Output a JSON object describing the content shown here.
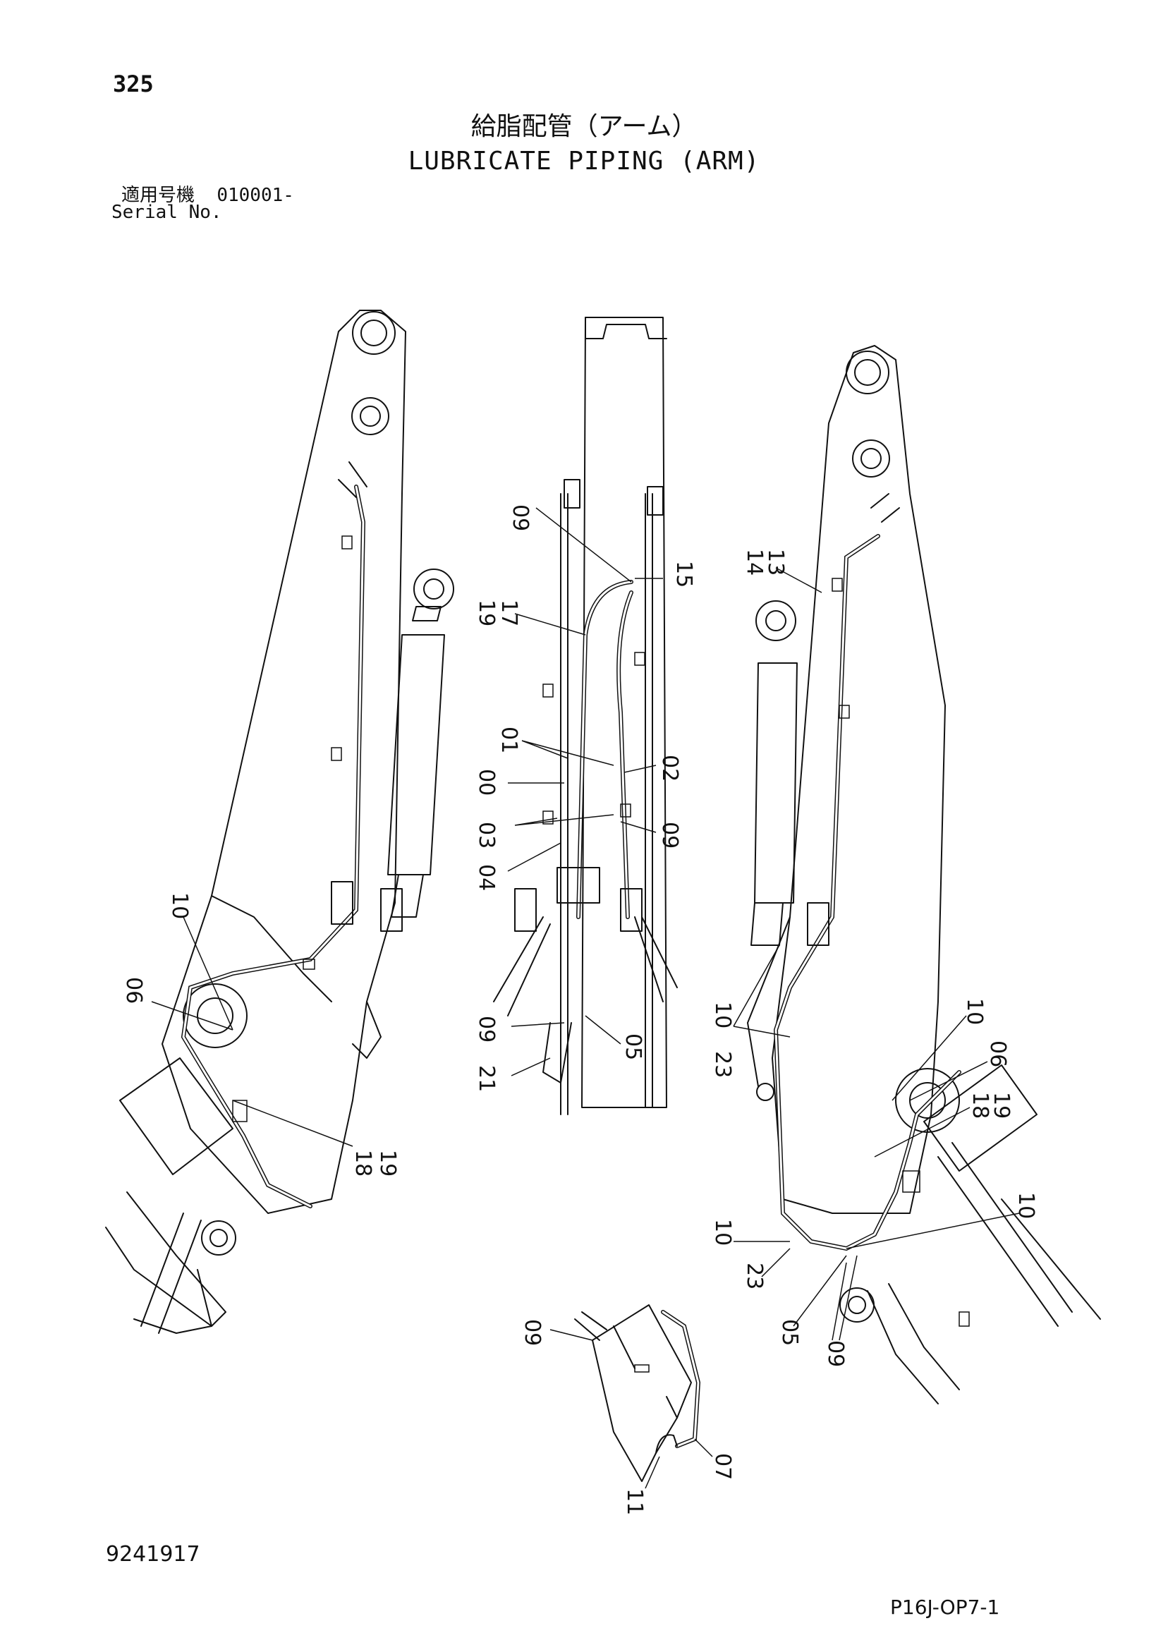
{
  "header": {
    "page_number": "325",
    "title_jp": "給脂配管（アーム）",
    "title_en": "LUBRICATE PIPING (ARM)",
    "serial_label_jp": "適用号機",
    "serial_value": "010001-",
    "serial_label_en": "Serial No."
  },
  "footer": {
    "document_number": "9241917",
    "page_code": "P16J-OP7-1"
  },
  "callouts": {
    "left": [
      "10",
      "06",
      "18",
      "19"
    ],
    "center": [
      "09",
      "15",
      "19",
      "17",
      "01",
      "00",
      "02",
      "03",
      "09",
      "04",
      "09",
      "21",
      "05"
    ],
    "right": [
      "14",
      "13",
      "10",
      "23",
      "10",
      "06",
      "18",
      "19",
      "10",
      "10",
      "23",
      "05",
      "09"
    ],
    "detail": [
      "09",
      "07",
      "11"
    ]
  }
}
